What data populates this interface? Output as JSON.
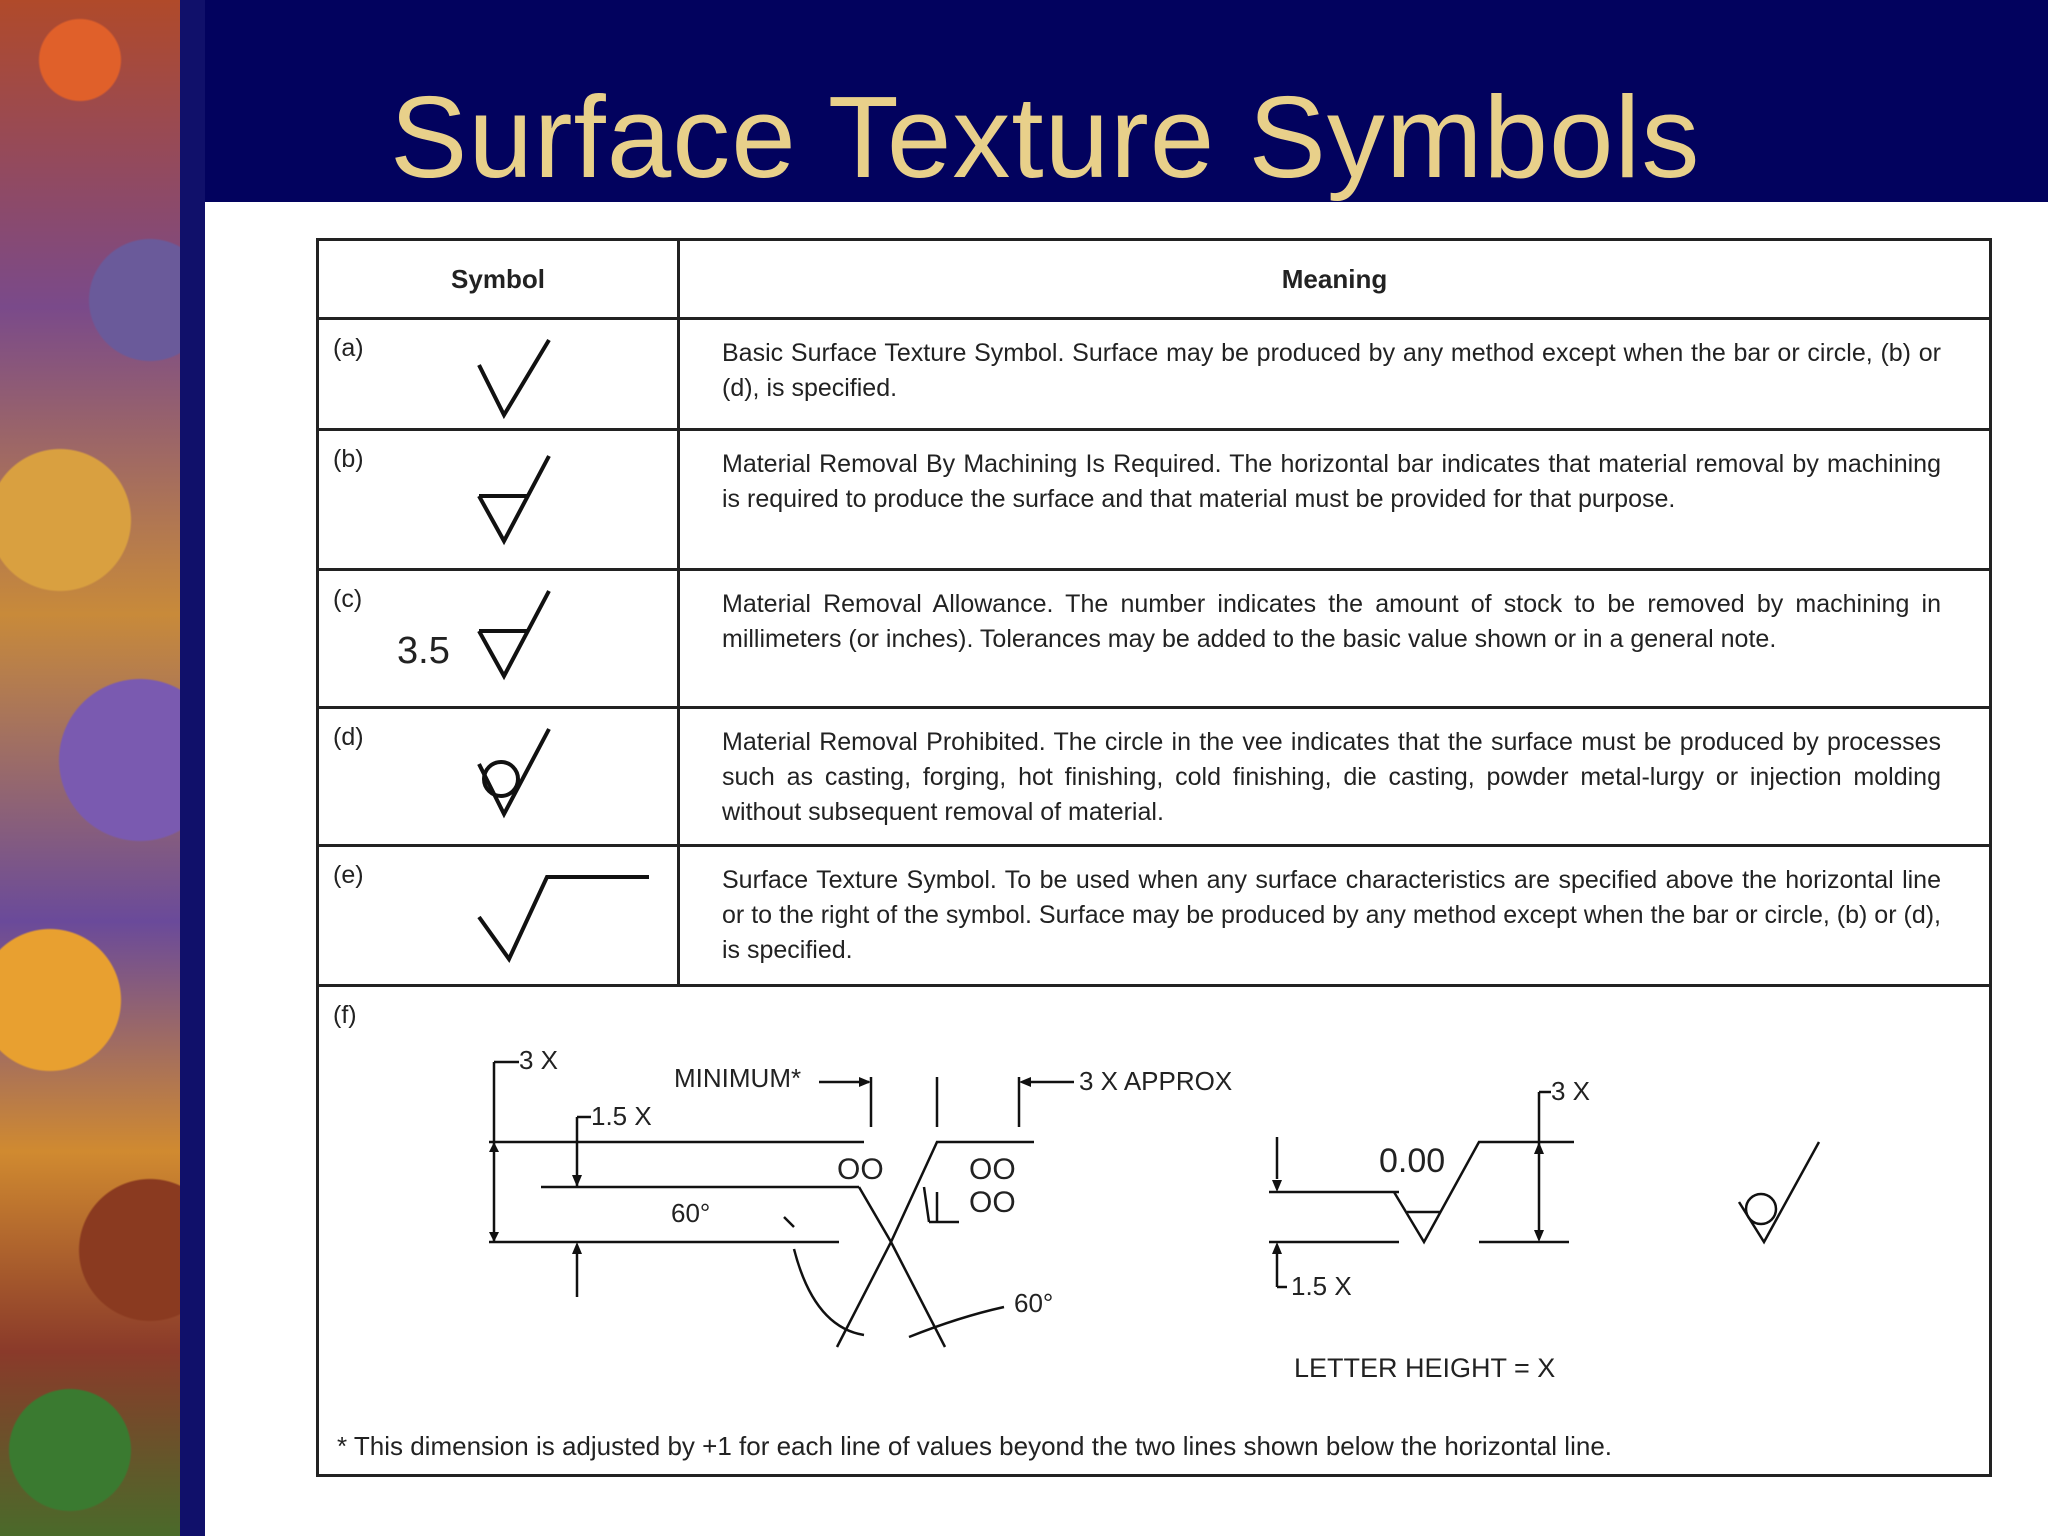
{
  "slide": {
    "title": "Surface Texture Symbols"
  },
  "table": {
    "headers": {
      "symbol": "Symbol",
      "meaning": "Meaning"
    },
    "rows": [
      {
        "label": "(a)",
        "meaning": "Basic Surface Texture Symbol. Surface may be produced by any method except when the bar or circle, (b) or (d), is specified."
      },
      {
        "label": "(b)",
        "meaning": "Material Removal By Machining Is Required. The horizontal bar indicates that material removal by machining is required to produce the surface and that material must be provided for that purpose."
      },
      {
        "label": "(c)",
        "symbol_value": "3.5",
        "meaning": "Material Removal Allowance. The number indicates the amount of stock to be removed by machining in millimeters (or inches). Tolerances may be added to the basic value shown or in a general note."
      },
      {
        "label": "(d)",
        "meaning": "Material Removal Prohibited. The circle in the vee indicates that the surface must be produced by processes such as casting, forging, hot finishing, cold finishing, die casting, powder metal-lurgy or injection molding without subsequent removal of material."
      },
      {
        "label": "(e)",
        "meaning": "Surface Texture Symbol. To be used when any surface characteristics are specified above the horizontal line or to the right of the symbol. Surface may be produced by any method except when the bar or circle, (b) or (d), is specified."
      }
    ],
    "figure": {
      "label": "(f)",
      "dims": {
        "three_x": "3 X",
        "one_five_x": "1.5 X",
        "minimum": "MINIMUM*",
        "three_x_approx": "3 X APPROX",
        "angle_60_a": "60°",
        "angle_60_b": "60°",
        "placeholder_top_left": "OO",
        "placeholder_top_right": "OO",
        "placeholder_bottom_right": "OO",
        "right_three_x": "3 X",
        "right_value": "0.00",
        "right_one_five_x": "1.5 X",
        "letter_height": "LETTER HEIGHT = X"
      },
      "footnote": "* This dimension is adjusted by +1 for each line of values beyond the two lines shown below the horizontal line."
    }
  }
}
